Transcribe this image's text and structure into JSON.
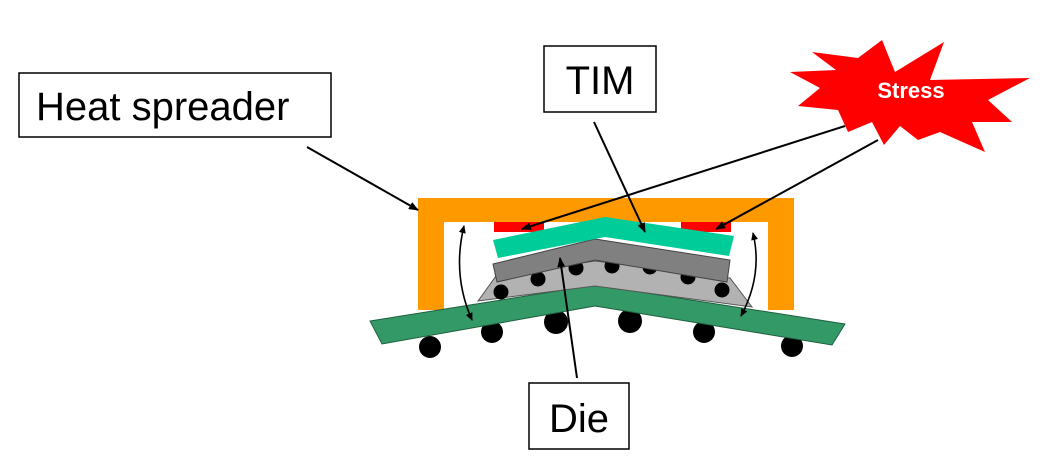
{
  "labels": {
    "heat_spreader": "Heat spreader",
    "tim": "TIM",
    "die": "Die",
    "stress": "Stress"
  },
  "colors": {
    "heat_spreader": "#FF9900",
    "tim": "#00CC99",
    "die_top": "#808080",
    "die_body": "#B2B2B2",
    "substrate": "#339966",
    "stress_fill": "#FF0000",
    "adhesive": "#FF0000",
    "solder_balls": "#000000"
  }
}
